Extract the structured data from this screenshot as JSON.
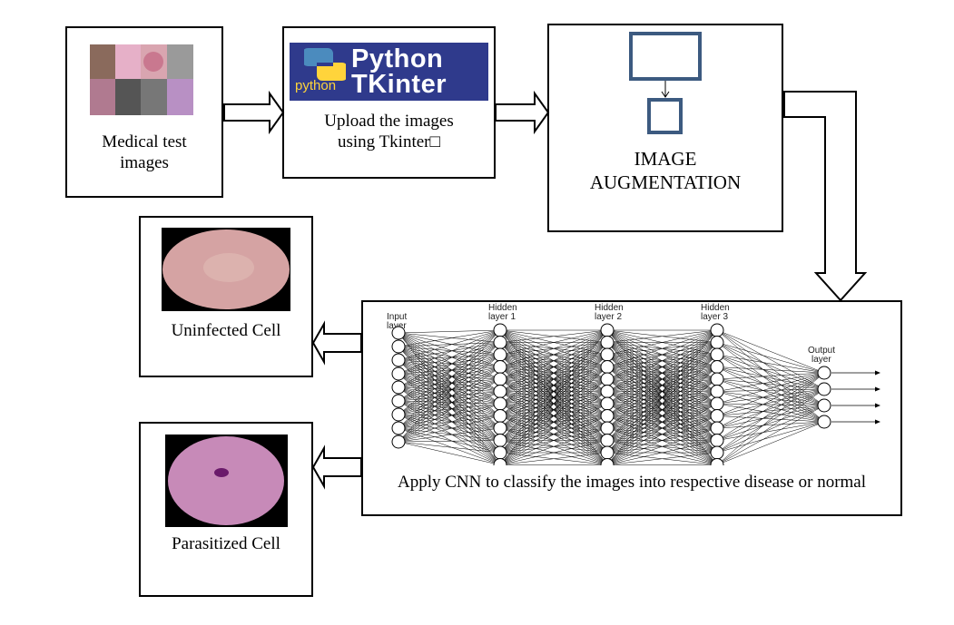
{
  "nodes": {
    "medical": {
      "label": "Medical test images"
    },
    "upload": {
      "logo_top": "Python",
      "logo_small": "python",
      "logo_bottom": "TKinter",
      "label_line1": "Upload the images",
      "label_line2": "using Tkinter□"
    },
    "augmentation": {
      "label_line1": "IMAGE",
      "label_line2": "AUGMENTATION"
    },
    "cnn": {
      "label": "Apply CNN to classify the images into respective disease or normal",
      "layers": [
        {
          "name_line1": "Input",
          "name_line2": "layer"
        },
        {
          "name_line1": "Hidden",
          "name_line2": "layer 1"
        },
        {
          "name_line1": "Hidden",
          "name_line2": "layer 2"
        },
        {
          "name_line1": "Hidden",
          "name_line2": "layer 3"
        },
        {
          "name_line1": "Output",
          "name_line2": "layer"
        }
      ]
    },
    "uninfected": {
      "label": "Uninfected Cell"
    },
    "parasitized": {
      "label": "Parasitized Cell"
    }
  },
  "colors": {
    "python_banner": "#2f3a8c",
    "cell_pink": "#d5a3a3",
    "parasitized_pink": "#c78ab8",
    "parasite_purple": "#6a1a6a",
    "aug_box_blue": "#3c5a80"
  }
}
